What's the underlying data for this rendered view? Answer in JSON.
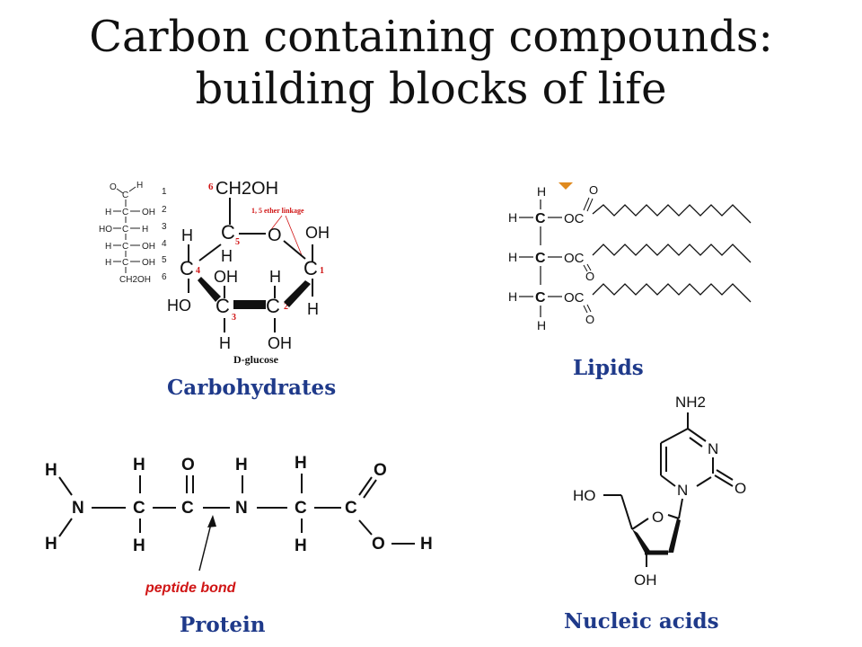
{
  "title": {
    "line1": "Carbon containing compounds:",
    "line2": "building blocks of life"
  },
  "carbohydrates": {
    "caption": "Carbohydrates",
    "molecule_name": "D-glucose",
    "linkage_label": "1, 5 ether linkage",
    "ring_numbers": [
      "1",
      "2",
      "3",
      "4",
      "5",
      "6"
    ],
    "ring_top_group": "CH2OH",
    "atoms": {
      "H": "H",
      "OH": "OH",
      "HO": "HO",
      "C": "C",
      "O": "O"
    },
    "fischer": {
      "top": "O",
      "top_h": "H",
      "rows": [
        {
          "left": "H",
          "right": "OH"
        },
        {
          "left": "HO",
          "right": "H"
        },
        {
          "left": "H",
          "right": "OH"
        },
        {
          "left": "H",
          "right": "OH"
        }
      ],
      "bottom": "CH2OH",
      "numbers": [
        "1",
        "2",
        "3",
        "4",
        "5",
        "6"
      ]
    }
  },
  "lipids": {
    "caption": "Lipids",
    "atoms": {
      "H": "H",
      "C": "C",
      "O": "O",
      "OC": "OC"
    }
  },
  "protein": {
    "caption": "Protein",
    "bond_label": "peptide bond",
    "atoms": {
      "H": "H",
      "N": "N",
      "C": "C",
      "O": "O"
    }
  },
  "nucleic_acids": {
    "caption": "Nucleic acids",
    "atoms": {
      "NH2": "NH2",
      "N": "N",
      "O": "O",
      "HO": "HO",
      "OH": "OH"
    }
  },
  "colors": {
    "caption": "#1f3a8a",
    "annotation_red": "#d01515",
    "marker_orange": "#e08a1e"
  }
}
